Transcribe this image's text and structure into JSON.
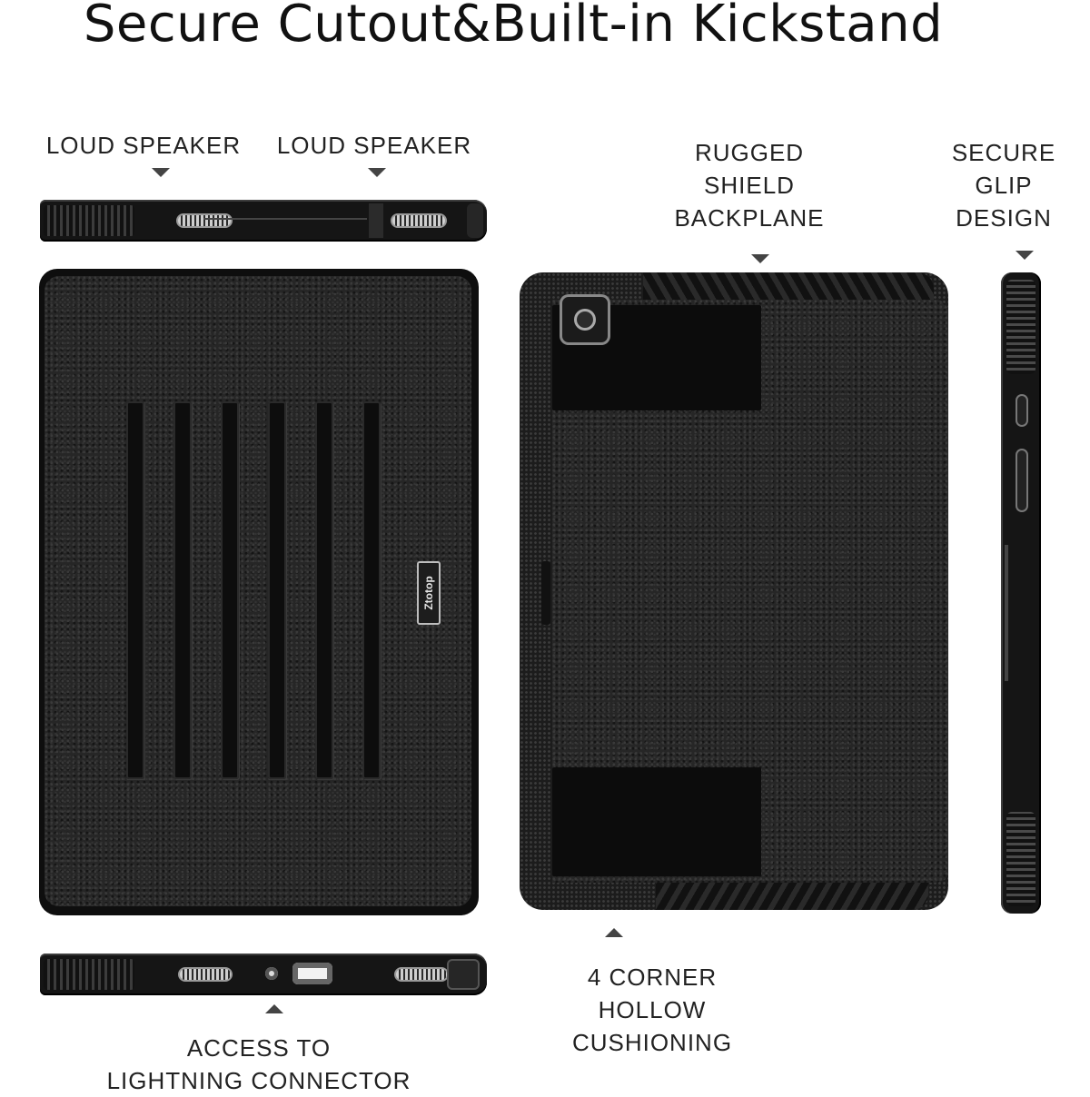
{
  "headline": "Secure Cutout&Built-in Kickstand",
  "labels": {
    "loud_speaker_left": "LOUD SPEAKER",
    "loud_speaker_right": "LOUD SPEAKER",
    "rugged_shield": [
      "RUGGED",
      "SHIELD",
      "BACKPLANE"
    ],
    "secure_glip": [
      "SECURE",
      "GLIP",
      "DESIGN"
    ],
    "corner_cushioning": [
      "4 CORNER",
      "HOLLOW",
      "CUSHIONING"
    ],
    "access_connector": [
      "ACCESS TO",
      "LIGHTNING CONNECTOR"
    ]
  },
  "brand_logo": "Ztotop",
  "colors": {
    "case_black": "#1a1a1a",
    "background": "#ffffff",
    "text": "#222222"
  },
  "icons": [
    "triangle-down-icon",
    "triangle-up-icon",
    "camera-icon",
    "power-button-icon",
    "volume-button-icon"
  ]
}
